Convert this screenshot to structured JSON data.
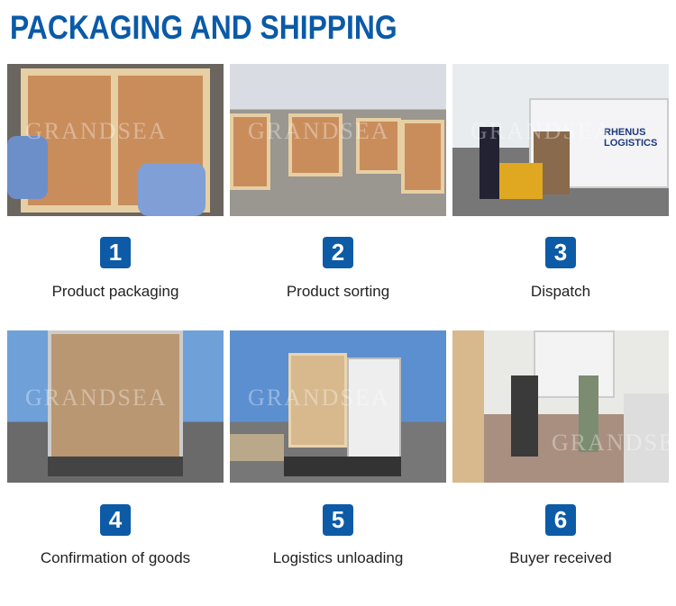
{
  "title": "PACKAGING AND SHIPPING",
  "watermark": "GRANDSEA",
  "steps": [
    {
      "number": "1",
      "label": "Product packaging"
    },
    {
      "number": "2",
      "label": "Product sorting"
    },
    {
      "number": "3",
      "label": "Dispatch"
    },
    {
      "number": "4",
      "label": "Confirmation of goods"
    },
    {
      "number": "5",
      "label": "Logistics unloading"
    },
    {
      "number": "6",
      "label": "Buyer received"
    }
  ],
  "truck_text": "RHENUS LOGISTICS",
  "colors": {
    "brand": "#0a5aa8",
    "badge": "#0d5ba6"
  }
}
